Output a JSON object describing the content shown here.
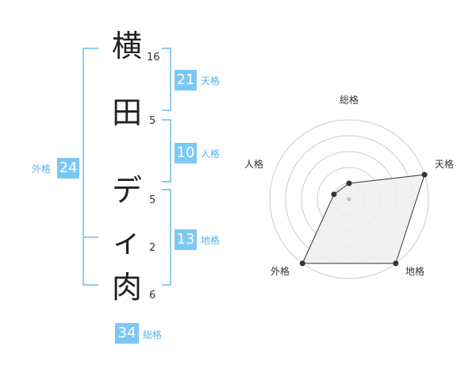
{
  "name_chars": [
    {
      "char": "横",
      "strokes": "16"
    },
    {
      "char": "田",
      "strokes": "5"
    },
    {
      "char": "デ",
      "strokes": "5"
    },
    {
      "char": "ィ",
      "strokes": "2"
    },
    {
      "char": "肉",
      "strokes": "6"
    }
  ],
  "fortunes": {
    "tenkaku": {
      "value": "21",
      "label": "天格"
    },
    "jinkaku": {
      "value": "10",
      "label": "人格"
    },
    "chikaku": {
      "value": "13",
      "label": "地格"
    },
    "gaikaku": {
      "value": "24",
      "label": "外格"
    },
    "soukaku": {
      "value": "34",
      "label": "総格"
    }
  },
  "colors": {
    "accent": "#7cc8f4",
    "bracket": "#8fcdf0",
    "polygon_fill": "#eeeeee",
    "polygon_stroke": "#333333"
  },
  "chart_data": {
    "type": "radar",
    "axes": [
      "総格",
      "天格",
      "地格",
      "外格",
      "人格"
    ],
    "values": [
      1,
      5,
      5,
      5,
      1
    ],
    "rmax": 5,
    "rings": 5
  }
}
